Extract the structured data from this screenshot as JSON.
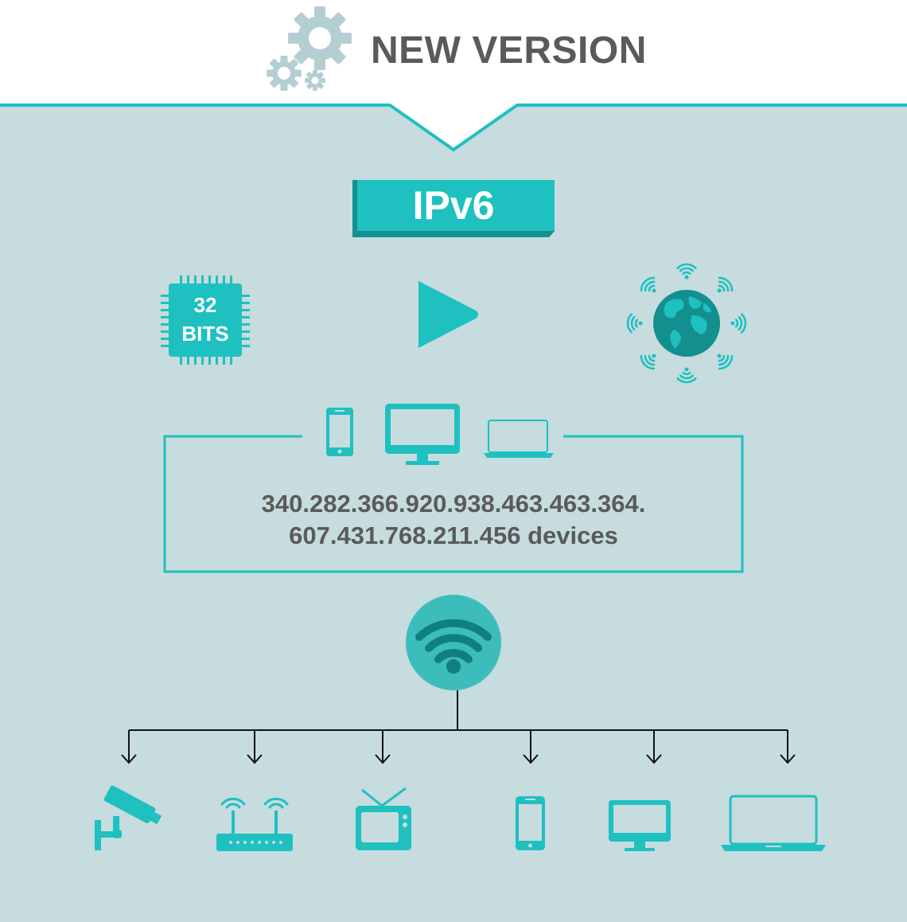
{
  "header": {
    "title": "NEW VERSION",
    "icon": "gears-icon"
  },
  "ipv6": {
    "label": "IPv6"
  },
  "chip": {
    "line1": "32",
    "line2": "BITS",
    "icon": "chip-icon"
  },
  "address_space": {
    "line1": "340.282.366.920.938.463.463.364.",
    "line2": "607.431.768.211.456 devices",
    "devices": [
      "smartphone-icon",
      "monitor-icon",
      "laptop-icon"
    ]
  },
  "network": {
    "hub_icon": "wifi-icon",
    "devices": [
      "security-camera-icon",
      "router-icon",
      "tv-icon",
      "smartphone-icon",
      "monitor-icon",
      "laptop-icon"
    ]
  },
  "colors": {
    "background": "#c6dcdf",
    "teal": "#1fc0c0",
    "teal_dark": "#139090",
    "text_gray": "#5a5a5a",
    "gear_gray": "#b4cfd3"
  }
}
